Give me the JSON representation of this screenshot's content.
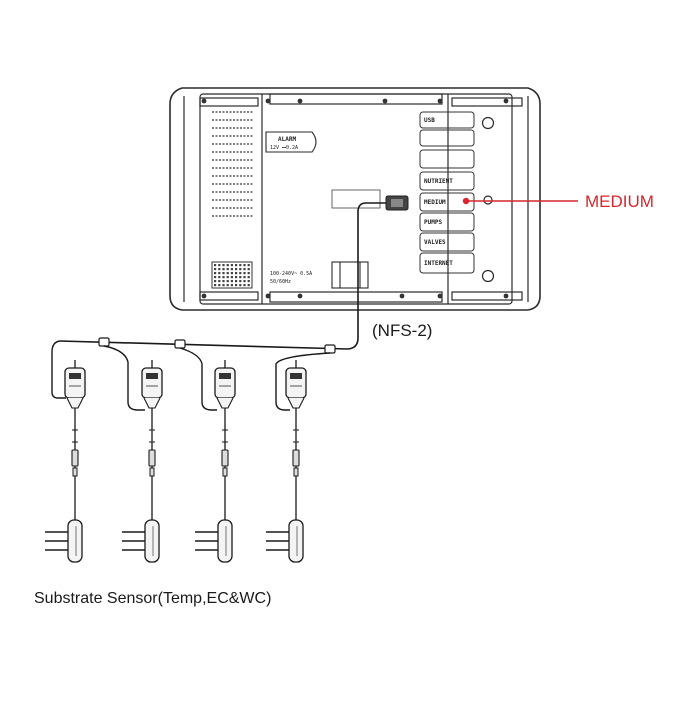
{
  "controller": {
    "alarm_label": "ALARM",
    "alarm_spec": "12V ⎓0.2A",
    "power_spec_line1": "100-240V~ 0.5A",
    "power_spec_line2": "50/60Hz",
    "ports": [
      "USB",
      "",
      "",
      "NUTRIENT",
      "MEDIUM",
      "PUMPS",
      "VALVES",
      "INTERNET"
    ]
  },
  "callout": {
    "label": "MEDIUM",
    "color": "#d7262d"
  },
  "cable_label": "(NFS-2)",
  "sensor_count": 4,
  "caption": "Substrate Sensor(Temp,EC&WC)",
  "colors": {
    "line": "#1a1a1a",
    "outline": "#2b2b2b",
    "callout": "#d7262d"
  }
}
